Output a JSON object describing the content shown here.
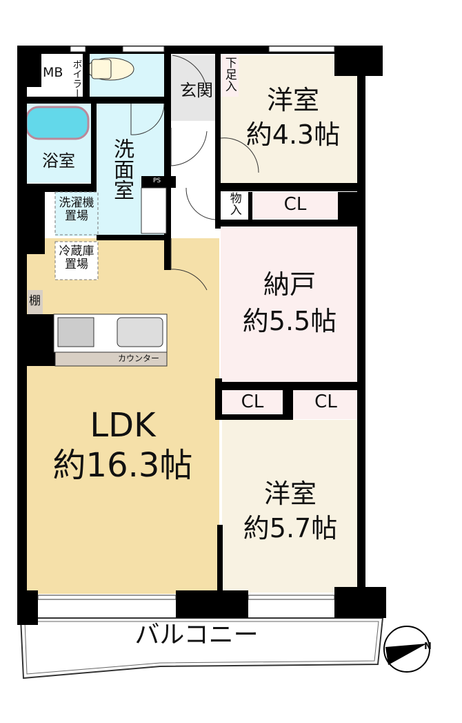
{
  "rooms": {
    "western_room_1": {
      "name": "洋室",
      "size": "約4.3帖"
    },
    "storage_room": {
      "name": "納戸",
      "size": "約5.5帖"
    },
    "western_room_2": {
      "name": "洋室",
      "size": "約5.7帖"
    },
    "ldk": {
      "name": "LDK",
      "size": "約16.3帖"
    },
    "entrance": "玄関",
    "shoe_cabinet": "下足入",
    "washroom": "洗面室",
    "bathroom": "浴室",
    "mb": "MB",
    "boiler": "ボイラー",
    "ps": "PS",
    "closet_storage": "物入",
    "closet_1": "CL",
    "closet_2": "CL",
    "closet_3": "CL",
    "washer_space": "洗濯機置場",
    "fridge_space": "冷蔵庫置場",
    "shelf": "棚",
    "counter": "カウンター",
    "balcony": "バルコニー"
  },
  "compass": {
    "north_label": "N"
  },
  "colors": {
    "western": "#f8f2e2",
    "storage": "#fcefef",
    "ldk": "#f5e0a9",
    "wet": "#d9f6fb",
    "wall": "#000000"
  }
}
